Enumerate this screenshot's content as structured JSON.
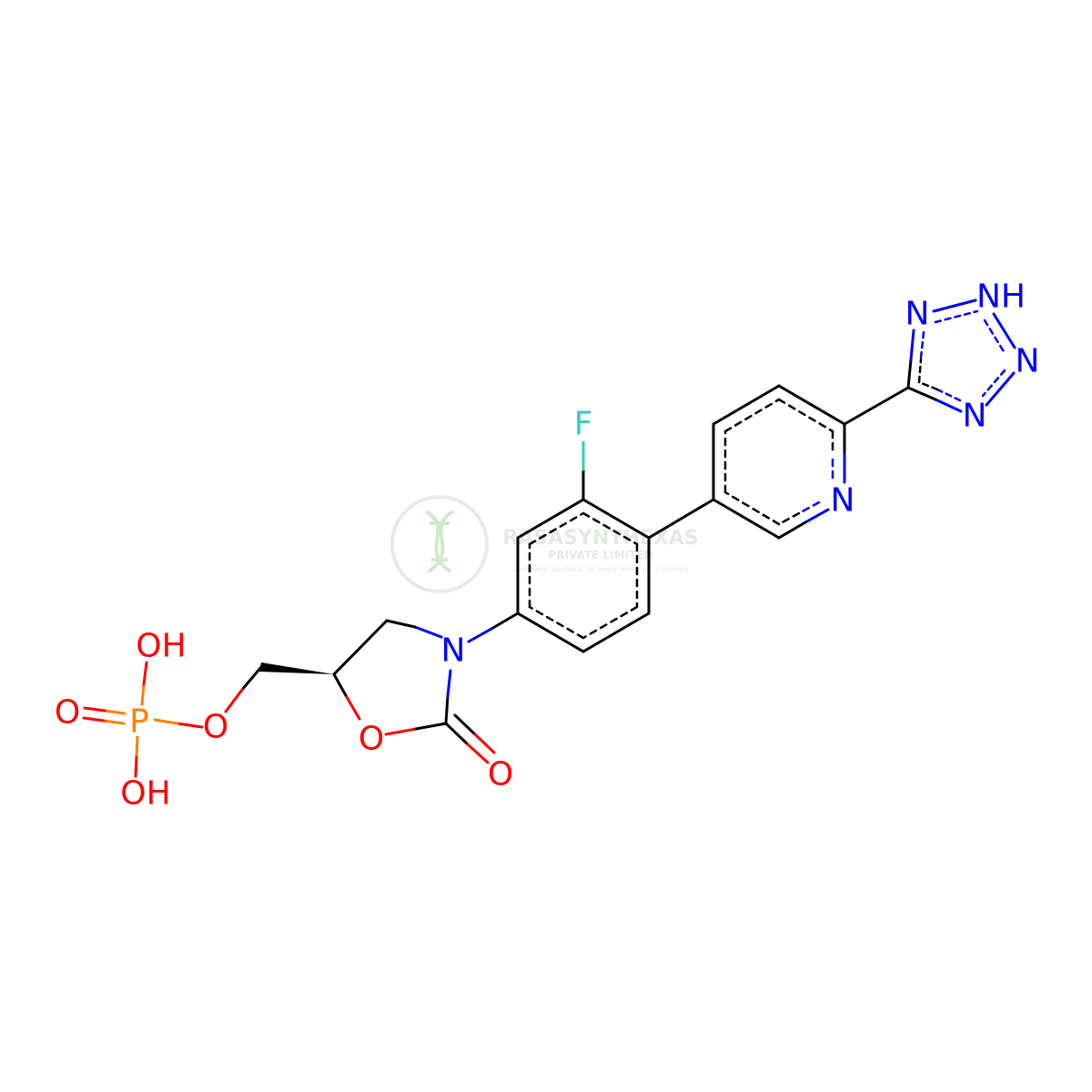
{
  "colors": {
    "carbon_bond": "#000000",
    "nitrogen": "#0000FF",
    "oxygen": "#FF0000",
    "phosphorus": "#FF8000",
    "fluorine": "#33CCCC",
    "watermark": "#cfd8cf",
    "watermark_accent": "#a8d8a0"
  },
  "molecule": {
    "atoms": {
      "F": "F",
      "N_pyridine": "N",
      "N_tet1": "N",
      "NH_tet": "NH",
      "N_tet3": "N",
      "N_tet4": "N",
      "N_oxazolidinone": "N",
      "O_ring": "O",
      "O_carbonyl": "O",
      "O_ester": "O",
      "P": "P",
      "O_double": "O",
      "OH_top": "OH",
      "OH_bottom": "OH"
    }
  },
  "watermark": {
    "name": "RASASYNTHEXAS",
    "subtitle": "PRIVATE LIMITED",
    "tagline": "Complete solutions for every molecule's journey",
    "icon": "dna-helix-icon"
  }
}
